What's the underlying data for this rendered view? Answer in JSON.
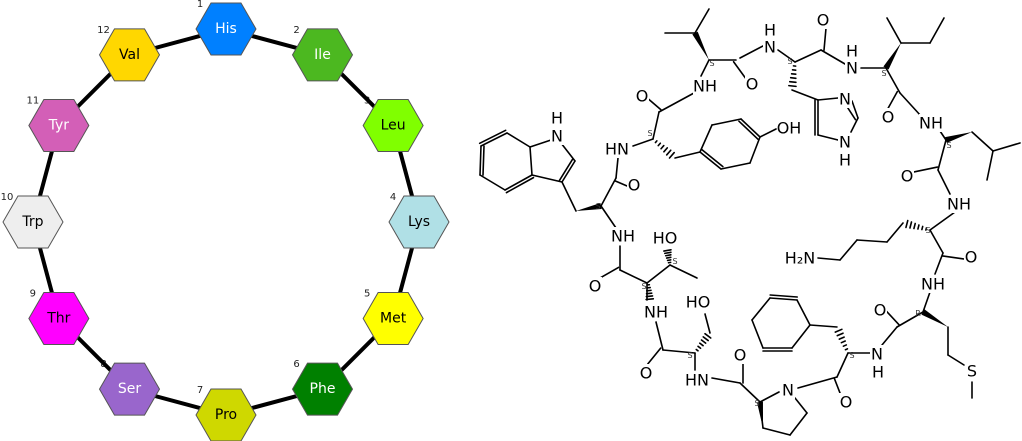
{
  "title": "Cyclic dodecapeptide",
  "residues": [
    {
      "num": "1",
      "name": "His",
      "color": "#0080ff",
      "text": "#ffffff"
    },
    {
      "num": "2",
      "name": "Ile",
      "color": "#4cb820",
      "text": "#ffffff"
    },
    {
      "num": "3",
      "name": "Leu",
      "color": "#80ff00",
      "text": "#000000"
    },
    {
      "num": "4",
      "name": "Lys",
      "color": "#b0e0e6",
      "text": "#000000"
    },
    {
      "num": "5",
      "name": "Met",
      "color": "#ffff00",
      "text": "#000000"
    },
    {
      "num": "6",
      "name": "Phe",
      "color": "#008000",
      "text": "#ffffff"
    },
    {
      "num": "7",
      "name": "Pro",
      "color": "#cfd800",
      "text": "#000000"
    },
    {
      "num": "8",
      "name": "Ser",
      "color": "#9966cc",
      "text": "#ffffff"
    },
    {
      "num": "9",
      "name": "Thr",
      "color": "#ff00ff",
      "text": "#000000"
    },
    {
      "num": "10",
      "name": "Trp",
      "color": "#eeeeee",
      "text": "#000000"
    },
    {
      "num": "11",
      "name": "Tyr",
      "color": "#d35fb7",
      "text": "#ffffff"
    },
    {
      "num": "12",
      "name": "Val",
      "color": "#ffd700",
      "text": "#000000"
    }
  ],
  "molecule": {
    "atoms": [
      "NH",
      "H",
      "N",
      "O",
      "N",
      "H",
      "N",
      "N",
      "H",
      "OH",
      "O",
      "NH",
      "O",
      "NH",
      "HN",
      "O",
      "H",
      "N",
      "O",
      "NH",
      "HO",
      "O",
      "NH",
      "HO",
      "O",
      "HN",
      "O",
      "N",
      "O",
      "N",
      "H",
      "O",
      "S",
      "NH",
      "O",
      "H₂N",
      "O"
    ],
    "stereo": [
      "S",
      "S",
      "S",
      "S",
      "S",
      "S",
      "S",
      "R",
      "S",
      "S",
      "S",
      "S",
      "S"
    ]
  }
}
